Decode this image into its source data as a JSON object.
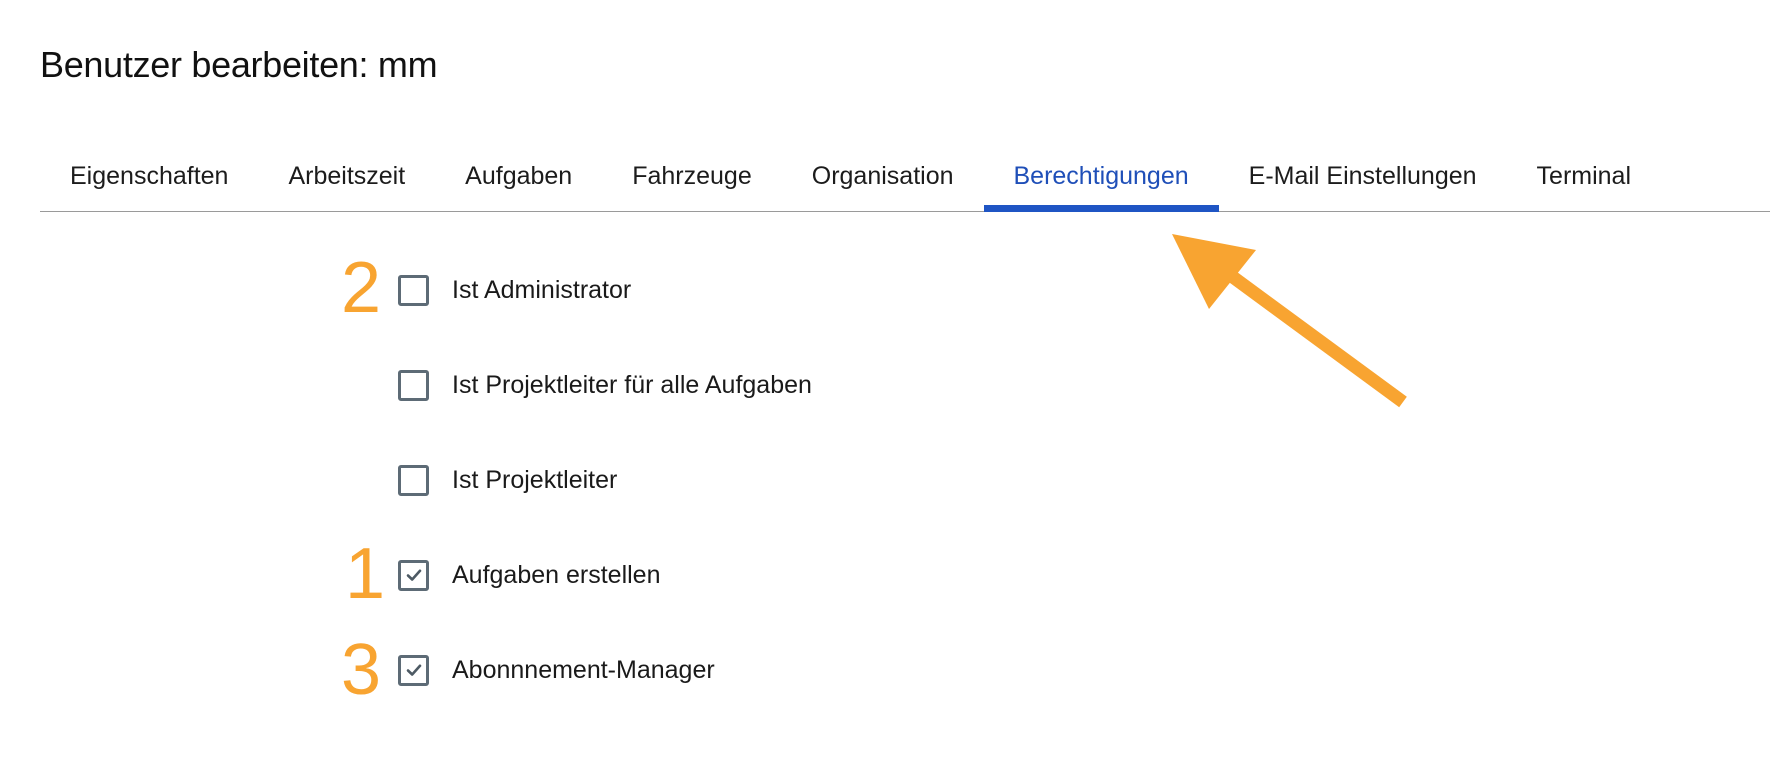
{
  "page": {
    "title": "Benutzer bearbeiten: mm"
  },
  "tabs": [
    {
      "label": "Eigenschaften",
      "active": false
    },
    {
      "label": "Arbeitszeit",
      "active": false
    },
    {
      "label": "Aufgaben",
      "active": false
    },
    {
      "label": "Fahrzeuge",
      "active": false
    },
    {
      "label": "Organisation",
      "active": false
    },
    {
      "label": "Berechtigungen",
      "active": true
    },
    {
      "label": "E-Mail Einstellungen",
      "active": false
    },
    {
      "label": "Terminal",
      "active": false
    }
  ],
  "permissions": [
    {
      "label": "Ist Administrator",
      "checked": false,
      "marker": "2"
    },
    {
      "label": "Ist Projektleiter für alle Aufgaben",
      "checked": false,
      "marker": ""
    },
    {
      "label": "Ist Projektleiter",
      "checked": false,
      "marker": ""
    },
    {
      "label": "Aufgaben erstellen",
      "checked": true,
      "marker": "1"
    },
    {
      "label": "Abonnnement-Manager",
      "checked": true,
      "marker": "3"
    }
  ],
  "colors": {
    "active_tab": "#1f4fb8",
    "active_underline": "#1f55c4",
    "annotation": "#f8a431",
    "checkbox_border": "#5d6b76"
  },
  "icons": {
    "checkmark": "check-icon",
    "annotation_arrow": "arrow-icon"
  }
}
